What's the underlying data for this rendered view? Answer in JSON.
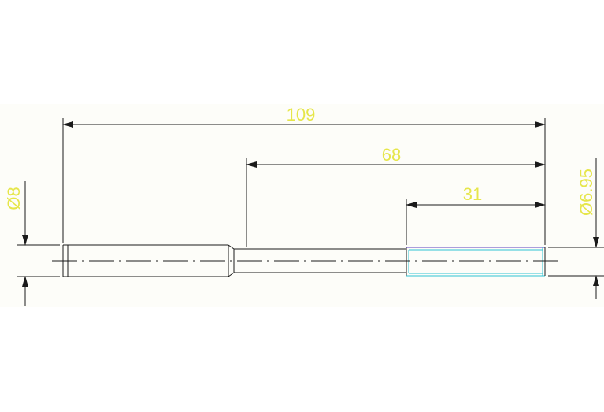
{
  "drawing": {
    "dimensions": {
      "overall_length": "109",
      "middle_length": "68",
      "thread_length": "31",
      "left_diameter": "Ø8",
      "right_diameter": "Ø6.95"
    }
  },
  "colors": {
    "dimension_text": "#e6e64a",
    "line": "#1a1a1a",
    "thread_top": "#5a3fc0",
    "thread_body": "#2ec4d4"
  }
}
